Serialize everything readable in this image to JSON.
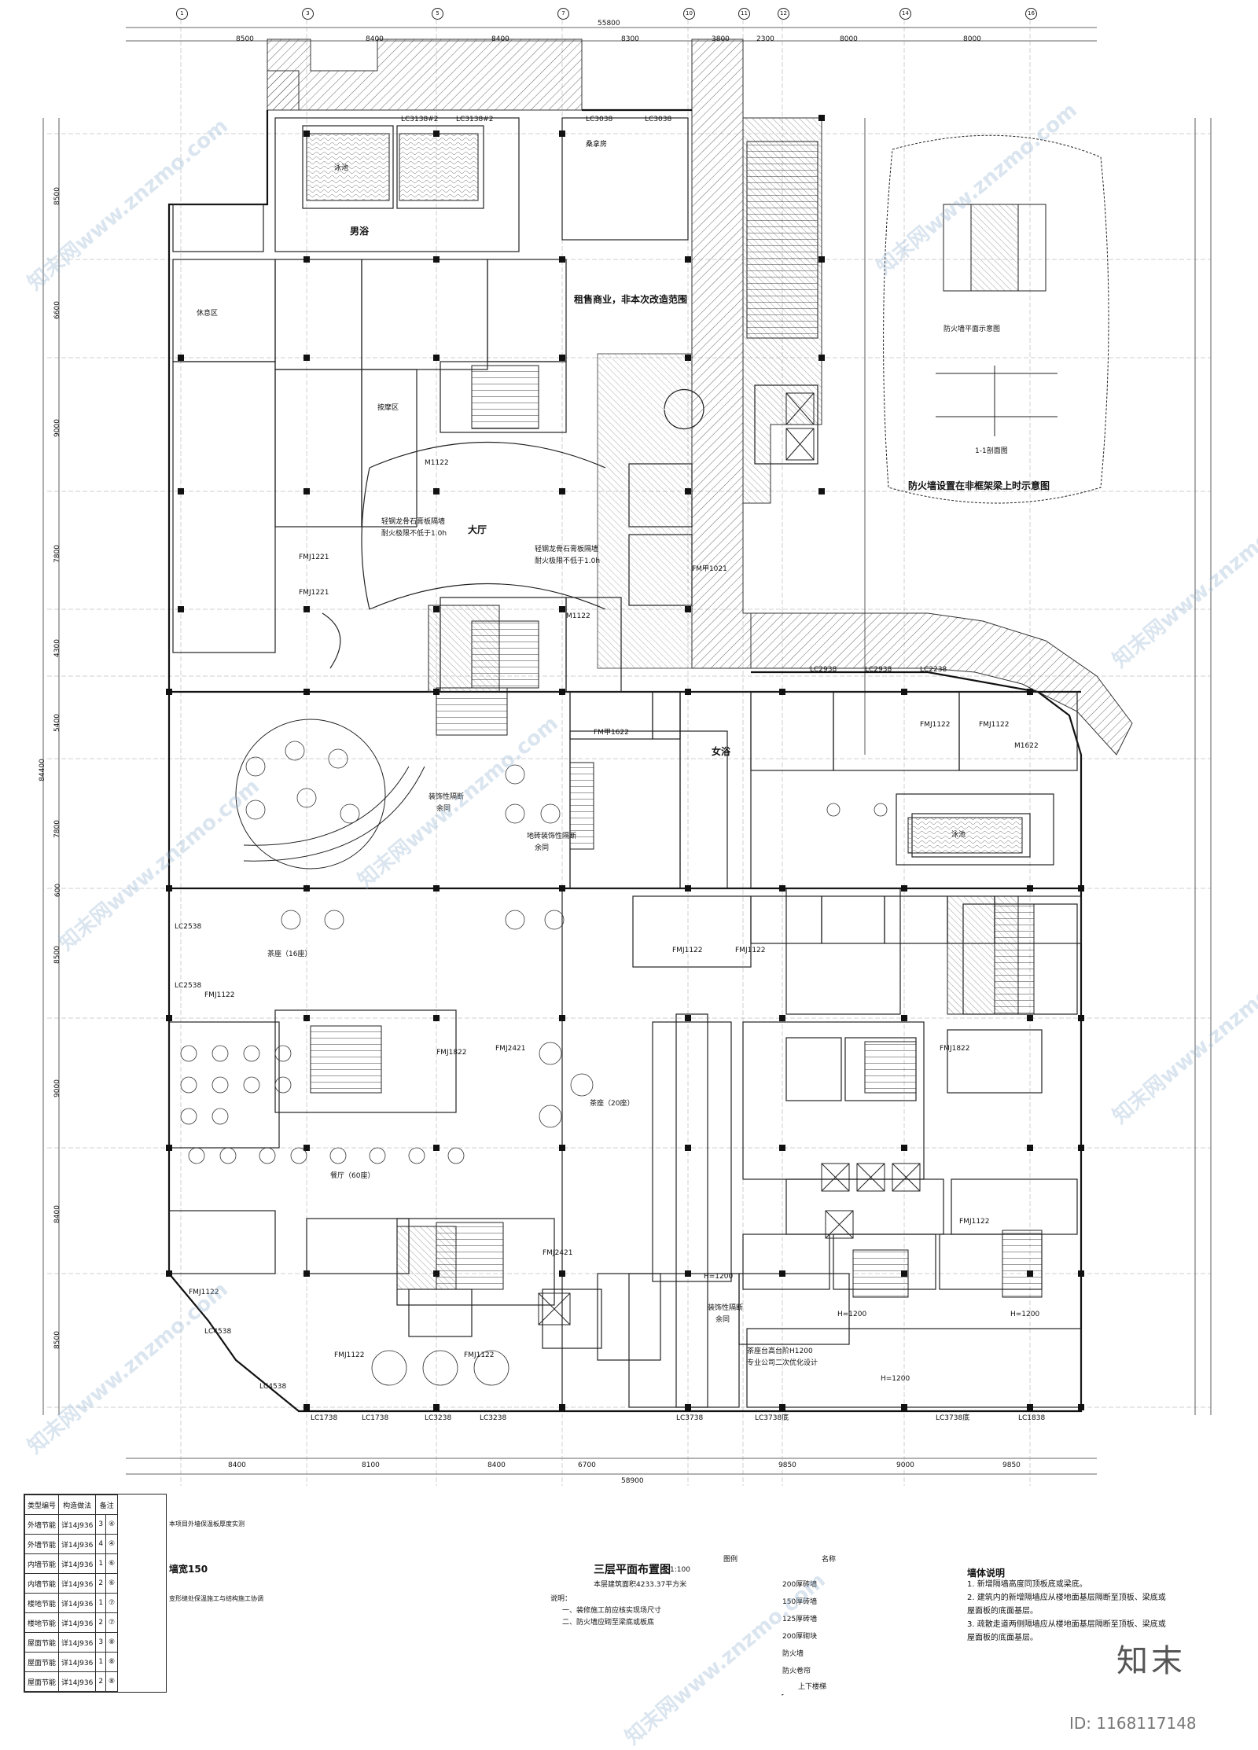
{
  "title": {
    "main": "三层平面布置图",
    "scale": "1:100",
    "note": "本层建筑面积4233.37平方米"
  },
  "dims_top": [
    "8500",
    "8400",
    "8400",
    "8300",
    "3800",
    "2300",
    "8000",
    "8000"
  ],
  "dims_top_total": "55800",
  "dims_bottom": [
    "8400",
    "8100",
    "8400",
    "6700",
    "9850",
    "9000",
    "9850"
  ],
  "dims_bottom_total": "58900",
  "dims_left": [
    "8500",
    "6600",
    "9000",
    "7800",
    "4300",
    "5400",
    "7800",
    "600",
    "8500",
    "9000",
    "8400",
    "8500"
  ],
  "dims_left_total": "84400",
  "grid_top": [
    "1",
    "3",
    "5",
    "7",
    "10",
    "11",
    "12",
    "14",
    "16"
  ],
  "rooms": {
    "male_bath": "男浴",
    "female_bath": "女浴",
    "lobby": "大厅",
    "rental": "租售商业，非本次改造范围",
    "fire_wall_1": "轻钢龙骨石膏板隔墙",
    "fire_rating_1": "耐火极限不低于1.0h",
    "fire_wall_2": "轻钢龙骨石膏板隔墙",
    "fire_rating_2": "耐火极限不低于1.0h",
    "dining_main": "餐厅（60座）",
    "dining_20": "茶座（20座）",
    "dining_16": "茶座（16座）",
    "decor_a": "装饰性隔断",
    "decor_a2": "余同",
    "decor_b": "地砖装饰性隔断",
    "decor_b2": "余同",
    "decor_c": "装饰性隔断",
    "decor_c2": "余同",
    "counter": "茶座台高台阶H1200",
    "counter_note": "专业公司二次优化设计",
    "h1200_a": "H=1200",
    "h1200_b": "H=1200",
    "h1200_c": "H=1200",
    "h1200_d": "H=1200",
    "firewall_detail": "防火墙平面示意图",
    "section": "1-1剖面图",
    "firewall_range": "防火墙设置在非框架梁上时示意图",
    "bed_area": "休息区",
    "massage": "按摩区",
    "sauna": "桑拿房",
    "pool_m": "泳池",
    "pool_f": "泳池"
  },
  "door_labels": [
    "FMJ1122",
    "FMJ1122",
    "FMJ1122",
    "FMJ1122",
    "FMJ1122",
    "FMJ1122",
    "FMJ1122",
    "FMJ1122",
    "FMJ1122",
    "FMJ1822",
    "FMJ1822",
    "FMJ2421",
    "FMJ2421",
    "FM甲1622",
    "M1622",
    "M1122",
    "M1122",
    "FMJ1221",
    "FMJ1221",
    "FM甲1021"
  ],
  "window_labels": [
    "LC3138#2",
    "LC3138#2",
    "LC3038",
    "LC3038",
    "LC2938",
    "LC2938",
    "LC2238",
    "LC3238",
    "LC3238",
    "LC1738",
    "LC1738",
    "LC3738",
    "LC3738底",
    "LC3738底",
    "LC1838",
    "LC2538",
    "LC2538",
    "LC4538",
    "LC4538"
  ],
  "legend": {
    "headers": [
      "类型编号",
      "构造做法",
      "备注"
    ],
    "rows": [
      [
        "外墙节能",
        "详14J936",
        "3",
        "④"
      ],
      [
        "外墙节能",
        "详14J936",
        "4",
        "④"
      ],
      [
        "内墙节能",
        "详14J936",
        "1",
        "⑥"
      ],
      [
        "内墙节能",
        "详14J936",
        "2",
        "⑥"
      ],
      [
        "楼地节能",
        "详14J936",
        "1",
        "⑦"
      ],
      [
        "楼地节能",
        "详14J936",
        "2",
        "⑦"
      ],
      [
        "屋面节能",
        "详14J936",
        "3",
        "⑧"
      ],
      [
        "屋面节能",
        "详14J936",
        "1",
        "⑧"
      ],
      [
        "屋面节能",
        "详14J936",
        "2",
        "⑧"
      ]
    ],
    "remark_a": "本项目外墙保温板厚度实测",
    "remark_b": "墙宽150",
    "remark_c": "变形缝处保温施工与结构施工协调"
  },
  "key_table": {
    "headers": [
      "图例",
      "名称"
    ],
    "rows": [
      "200厚砖墙",
      "150厚砖墙",
      "125厚砖墙",
      "200厚砌块",
      "防火墙",
      "防火卷帘",
      "上下楼梯"
    ]
  },
  "notes": {
    "heading": "墙体说明",
    "lines": [
      "1. 新增隔墙高度同顶板底或梁底。",
      "2. 建筑内的新增隔墙应从楼地面基层隔断至顶板、梁底或",
      "   屋面板的底面基层。",
      "3. 疏散走道两侧隔墙应从楼地面基层隔断至顶板、梁底或",
      "   屋面板的底面基层。"
    ]
  },
  "bottom_notes": {
    "line1": "说明：",
    "line2": "一、装修施工前应核实现场尺寸",
    "line3": "二、防火墙应砌至梁底或板底"
  },
  "watermarks": [
    "知末网www.znzmo.com",
    "知末网www.znzmo.com",
    "知末网www.znzmo.com",
    "知末网www.znzmo.com",
    "知末网www.znzmo.com",
    "知末网www.znzmo.com",
    "知末网www.znzmo.com",
    "知末网www.znzmo.com"
  ],
  "brand": "知末",
  "image_id": "ID: 1168117148"
}
